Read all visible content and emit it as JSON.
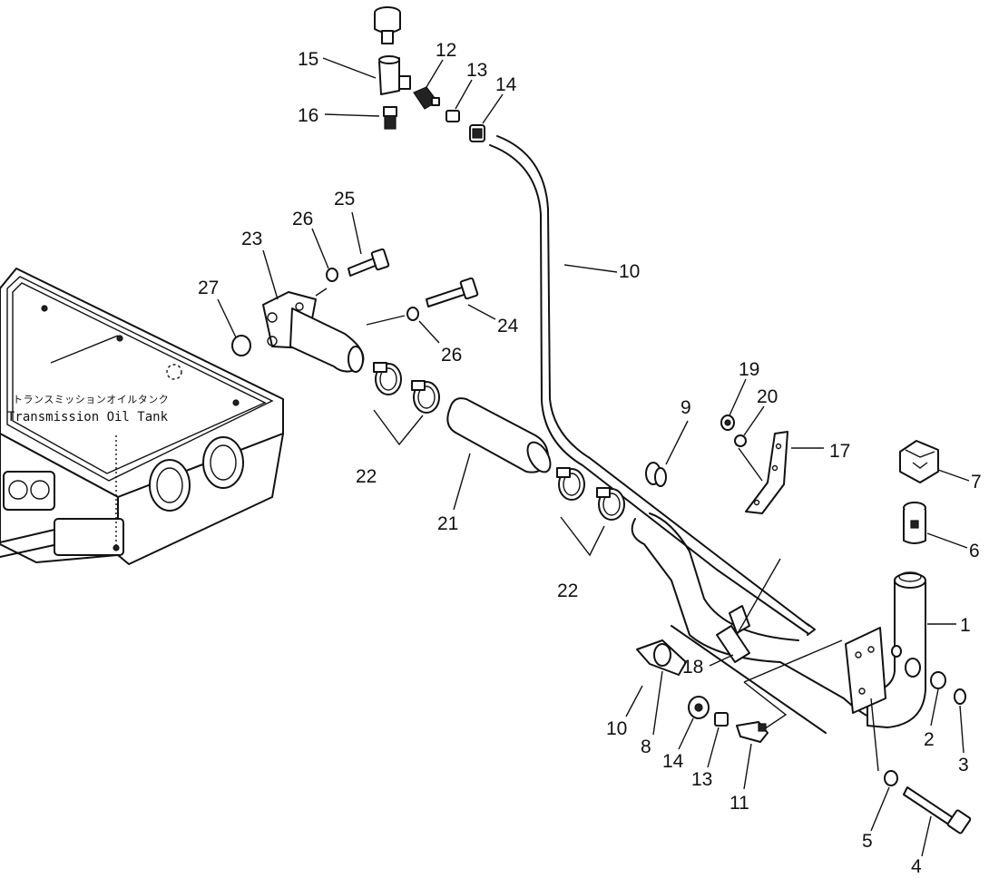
{
  "tank": {
    "label_jp": "トランスミッションオイルタンク",
    "label_en": "Transmission Oil Tank"
  },
  "callouts": {
    "c1": "1",
    "c2": "2",
    "c3": "3",
    "c4": "4",
    "c5": "5",
    "c6": "6",
    "c7": "7",
    "c8": "8",
    "c9": "9",
    "c10a": "10",
    "c10b": "10",
    "c11": "11",
    "c12": "12",
    "c13a": "13",
    "c13b": "13",
    "c14a": "14",
    "c14b": "14",
    "c15": "15",
    "c16": "16",
    "c17": "17",
    "c18": "18",
    "c19": "19",
    "c20": "20",
    "c21": "21",
    "c22a": "22",
    "c22b": "22",
    "c23": "23",
    "c24": "24",
    "c25": "25",
    "c26a": "26",
    "c26b": "26",
    "c27": "27"
  }
}
